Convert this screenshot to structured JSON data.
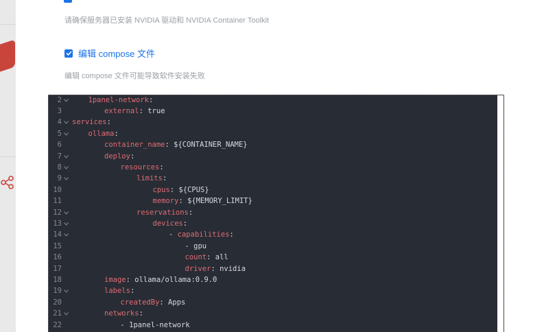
{
  "notes": {
    "gpu_hint": "请确保服务器已安装 NVIDIA 驱动和 NVIDIA Container Toolkit",
    "compose_hint": "编辑 compose 文件可能导致软件安装失败"
  },
  "edit_compose": {
    "label": "编辑 compose 文件",
    "checked": true
  },
  "colors": {
    "accent": "#1a73e8",
    "editor_bg": "#282c34",
    "key": "#e06c75"
  },
  "code_lines": [
    {
      "n": "2",
      "fold": true,
      "indent": 1,
      "key": "1panel-network",
      "sep": ":",
      "val": ""
    },
    {
      "n": "3",
      "fold": false,
      "indent": 2,
      "key": "external",
      "sep": ":",
      "val": " true"
    },
    {
      "n": "4",
      "fold": true,
      "indent": 0,
      "key": "services",
      "sep": ":",
      "val": ""
    },
    {
      "n": "5",
      "fold": true,
      "indent": 1,
      "key": "ollama",
      "sep": ":",
      "val": ""
    },
    {
      "n": "6",
      "fold": false,
      "indent": 2,
      "key": "container_name",
      "sep": ":",
      "val": " ${CONTAINER_NAME}"
    },
    {
      "n": "7",
      "fold": true,
      "indent": 2,
      "key": "deploy",
      "sep": ":",
      "val": ""
    },
    {
      "n": "8",
      "fold": true,
      "indent": 3,
      "key": "resources",
      "sep": ":",
      "val": ""
    },
    {
      "n": "9",
      "fold": true,
      "indent": 4,
      "key": "limits",
      "sep": ":",
      "val": ""
    },
    {
      "n": "10",
      "fold": false,
      "indent": 5,
      "key": "cpus",
      "sep": ":",
      "val": " ${CPUS}"
    },
    {
      "n": "11",
      "fold": false,
      "indent": 5,
      "key": "memory",
      "sep": ":",
      "val": " ${MEMORY_LIMIT}"
    },
    {
      "n": "12",
      "fold": true,
      "indent": 4,
      "key": "reservations",
      "sep": ":",
      "val": ""
    },
    {
      "n": "13",
      "fold": true,
      "indent": 5,
      "key": "devices",
      "sep": ":",
      "val": ""
    },
    {
      "n": "14",
      "fold": true,
      "indent": 6,
      "dash": "- ",
      "key": "capabilities",
      "sep": ":",
      "val": ""
    },
    {
      "n": "15",
      "fold": false,
      "indent": 7,
      "dash": "- ",
      "key": "",
      "sep": "",
      "val": "gpu"
    },
    {
      "n": "16",
      "fold": false,
      "indent": 7,
      "key": "count",
      "sep": ":",
      "val": " all"
    },
    {
      "n": "17",
      "fold": false,
      "indent": 7,
      "key": "driver",
      "sep": ":",
      "val": " nvidia"
    },
    {
      "n": "18",
      "fold": false,
      "indent": 2,
      "key": "image",
      "sep": ":",
      "val": " ollama/ollama:0.9.0"
    },
    {
      "n": "19",
      "fold": true,
      "indent": 2,
      "key": "labels",
      "sep": ":",
      "val": ""
    },
    {
      "n": "20",
      "fold": false,
      "indent": 3,
      "key": "createdBy",
      "sep": ":",
      "val": " Apps"
    },
    {
      "n": "21",
      "fold": true,
      "indent": 2,
      "key": "networks",
      "sep": ":",
      "val": ""
    },
    {
      "n": "22",
      "fold": false,
      "indent": 3,
      "dash": "- ",
      "key": "",
      "sep": "",
      "val": "1panel-network"
    }
  ]
}
